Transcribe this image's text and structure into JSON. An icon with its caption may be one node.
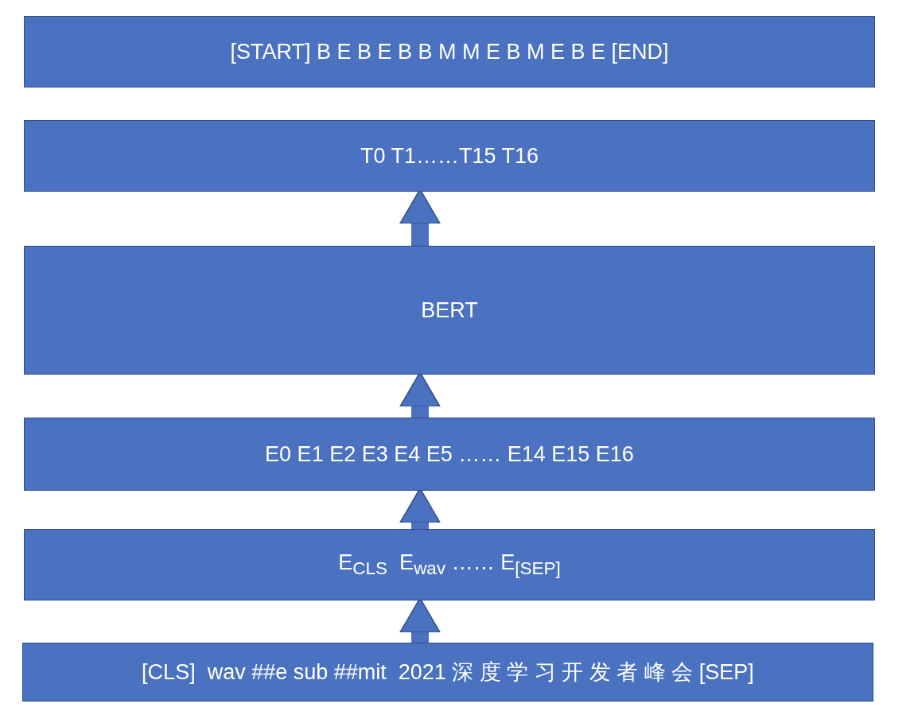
{
  "diagram": {
    "nodes": [
      {
        "text": [
          "[START] B E B E B B M M E B M E B E [END]"
        ]
      },
      {
        "text": [
          "T0 T1……T15 T16"
        ]
      },
      {
        "text": [
          "BERT"
        ]
      },
      {
        "text": [
          "E0 E1 E2 E3 E4 E5 …… E14 E15 E16"
        ]
      },
      {
        "text": [
          "E$_{CLS}$  E$_{wav}$ …… E$_{[SEP]}$"
        ]
      },
      {
        "text": [
          "[CLS]  wav ##e sub ##mit  2021 深 度 学 习 开 发 者 峰 会 [SEP]"
        ]
      }
    ],
    "edges": [
      {
        "from": 5,
        "to": 4,
        "arrow": "to"
      },
      {
        "from": 4,
        "to": 3,
        "arrow": "to"
      },
      {
        "from": 3,
        "to": 2,
        "arrow": "to"
      },
      {
        "from": 2,
        "to": 1,
        "arrow": "to"
      }
    ]
  }
}
